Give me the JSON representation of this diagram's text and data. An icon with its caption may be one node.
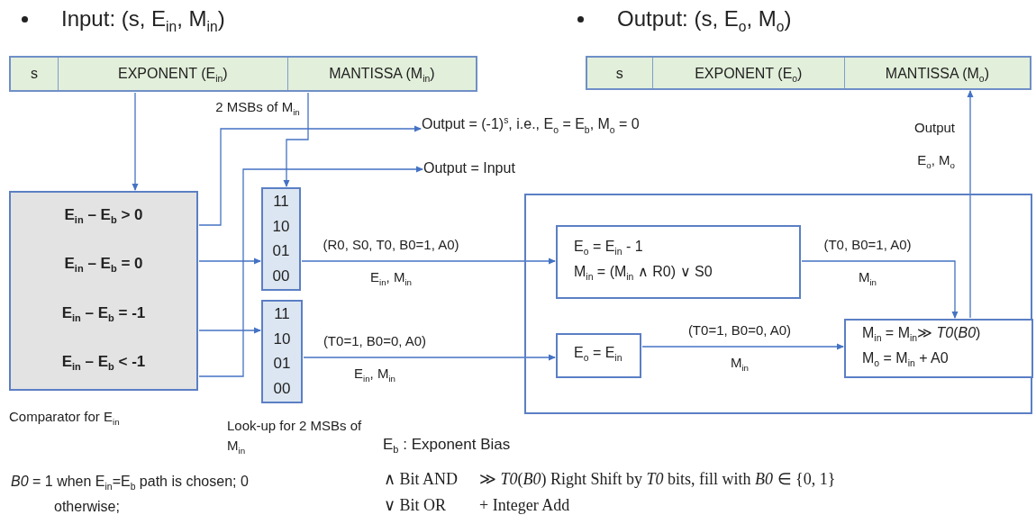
{
  "diagram": {
    "nodes": [
      {
        "text": [
          "s",
          "EXPONENT (E$_{in}$)",
          "MANTISSA (M$_{in}$)"
        ]
      },
      {
        "text": [
          "s",
          "EXPONENT (E$_{o}$)",
          "MANTISSA (M$_{o}$)"
        ]
      },
      {
        "text": [
          "E$_{in}$ – E$_{b}$ > 0",
          "E$_{in}$ – E$_{b}$ = 0",
          "E$_{in}$ – E$_{b}$ = -1",
          "E$_{in}$ – E$_{b}$ < -1"
        ],
        "beside": [
          "Comparator for E$_{in}$"
        ]
      },
      {
        "text": [
          "11",
          "10",
          "01",
          "00"
        ]
      },
      {
        "text": [
          "11",
          "10",
          "01",
          "00"
        ],
        "beside": [
          "Look-up for 2 MSBs of M$_{in}$"
        ]
      },
      {
        "text": [
          "Output = (-1)$^{s}$, i.e., E$_{o}$ = E$_{b}$, M$_{o}$ = 0"
        ]
      },
      {
        "text": [
          "Output = Input"
        ]
      },
      {
        "text": [],
        "shape": "box"
      },
      {
        "text": [
          "E$_{o}$ = E$_{in}$ - 1",
          "M$_{in}$ = (M$_{in}$ ∧ R0) ∨ S0"
        ],
        "in": 7
      },
      {
        "text": [
          "E$_{o}$ = E$_{in}$"
        ],
        "in": 7
      },
      {
        "text": [
          "M$_{in}$ = M$_{in}$≫ *T0*(*B0*)",
          "M$_{o}$ = M$_{in}$ + A0"
        ],
        "in": 7
      }
    ],
    "edges": [
      {
        "from": 0,
        "to": 2,
        "arrow": "to"
      },
      {
        "from": 0,
        "to": 3,
        "arrow": "to",
        "label": "2 MSBs of M$_{in}$"
      },
      {
        "from": 2,
        "to": 5,
        "arrow": "to"
      },
      {
        "from": 2,
        "to": 3,
        "arrow": "to"
      },
      {
        "from": 2,
        "to": 4,
        "arrow": "to"
      },
      {
        "from": 2,
        "to": 6,
        "arrow": "to"
      },
      {
        "from": 3,
        "to": 8,
        "arrow": "to",
        "label": "(R0, S0, T0, B0=1, A0) E$_{in}$, M$_{in}$"
      },
      {
        "from": 4,
        "to": 9,
        "arrow": "to",
        "label": "(T0=1, B0=0, A0) E$_{in}$, M$_{in}$"
      },
      {
        "from": 8,
        "to": 10,
        "arrow": "to",
        "label": "(T0, B0=1, A0) M$_{in}$"
      },
      {
        "from": 9,
        "to": 10,
        "arrow": "to",
        "label": "(T0=1, B0=0, A0) M$_{in}$"
      },
      {
        "from": 10,
        "to": 1,
        "arrow": "to",
        "label": "Output E$_{o}$, M$_{o}$"
      }
    ],
    "labels": [
      "Input: (s, E$_{in}$, M$_{in}$)",
      "Output: (s, E$_{o}$, M$_{o}$)",
      "E$_{b}$ : Exponent Bias",
      "∧ Bit AND",
      "≫ *T0*(*B0*) Right Shift by *T0* bits, fill with *B0* ∈ {0, 1}",
      "∨ Bit OR",
      "+ Integer Add",
      "*B0* = 1 when E$_{in}$=E$_{b}$ path is chosen; 0 otherwise;"
    ]
  }
}
